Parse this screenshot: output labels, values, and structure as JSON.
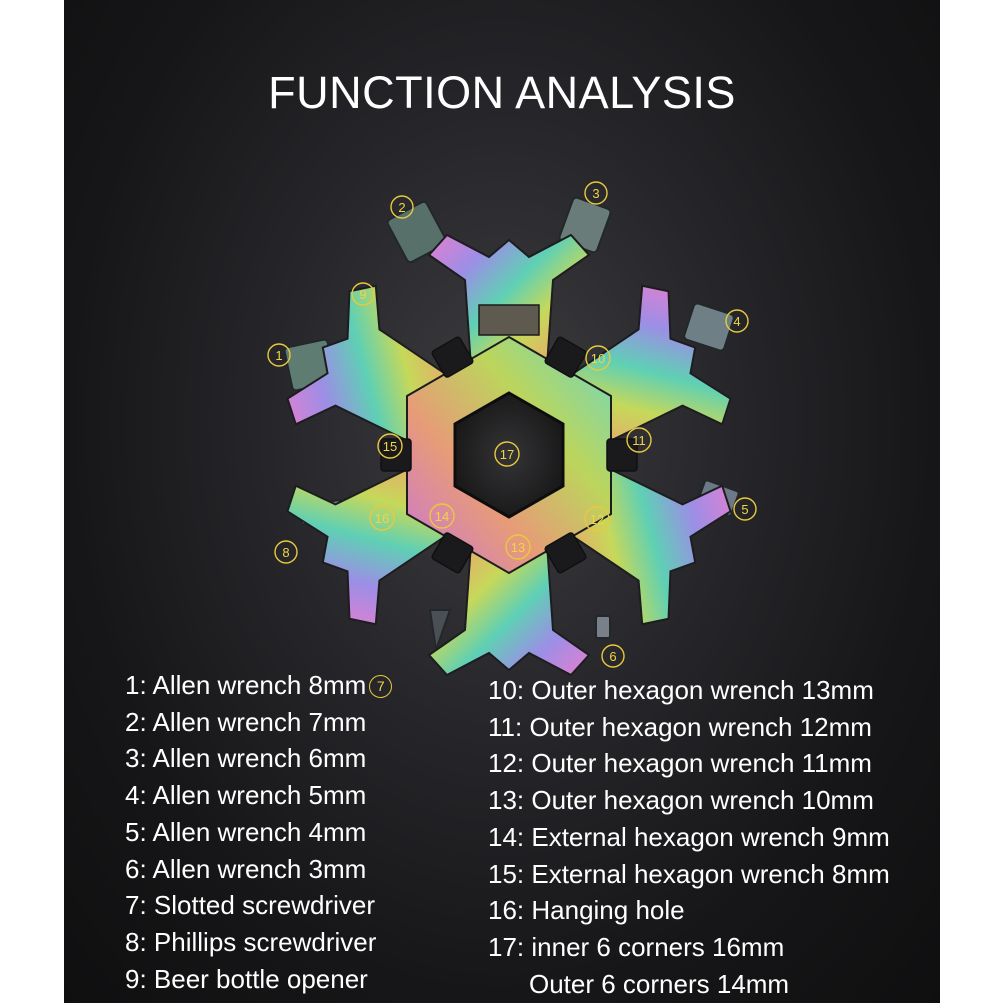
{
  "title": "FUNCTION ANALYSIS",
  "colors": {
    "background": "#161618",
    "title_text": "#ffffff",
    "legend_text": "#ffffff",
    "callout": "#f1d44a"
  },
  "callouts": {
    "c1": "1",
    "c2": "2",
    "c3": "3",
    "c4": "4",
    "c5": "5",
    "c6": "6",
    "c7": "7",
    "c8": "8",
    "c9": "9",
    "c10": "10",
    "c11": "11",
    "c12": "12",
    "c13": "13",
    "c14": "14",
    "c15": "15",
    "c16": "16",
    "c17": "17"
  },
  "legend_left": [
    "1: Allen wrench 8mm",
    "2: Allen wrench 7mm",
    "3: Allen wrench 6mm",
    "4: Allen wrench 5mm",
    "5: Allen wrench 4mm",
    "6: Allen wrench 3mm",
    "7: Slotted screwdriver",
    "8: Phillips screwdriver",
    "9: Beer bottle opener"
  ],
  "legend_right": [
    "10: Outer hexagon wrench 13mm",
    "11: Outer hexagon wrench 12mm",
    "12: Outer hexagon wrench 11mm",
    "13: Outer hexagon wrench 10mm",
    "14: External hexagon wrench 9mm",
    "15: External hexagon wrench 8mm",
    "16: Hanging hole",
    "17: inner 6 corners 16mm",
    "Outer 6 corners 14mm"
  ],
  "badge_7": "7"
}
